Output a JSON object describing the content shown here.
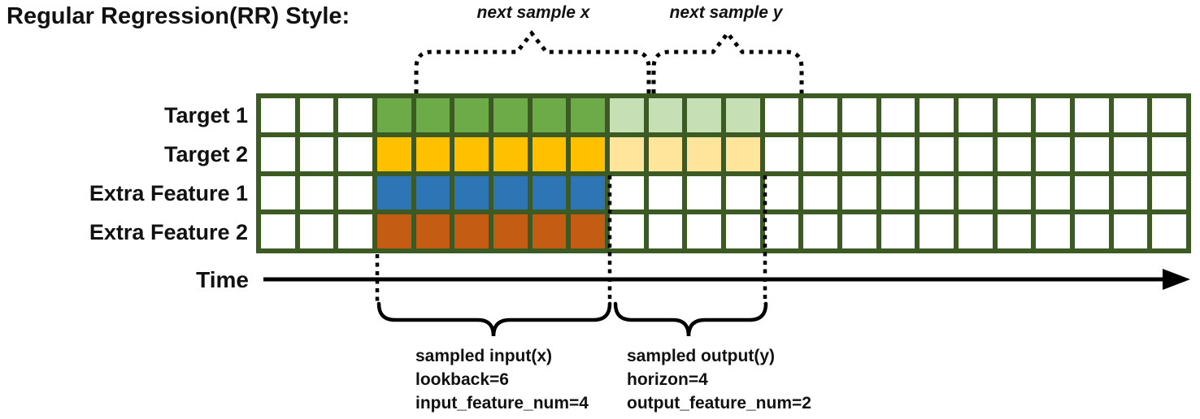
{
  "title": "Regular Regression(RR) Style:",
  "annotations": {
    "next_sample_x": "next sample x",
    "next_sample_y": "next sample y"
  },
  "time_axis": {
    "label": "Time"
  },
  "grid": {
    "columns": 24,
    "input_cols": [
      4,
      9
    ],
    "output_cols": [
      10,
      13
    ],
    "border_color": "#3c5a24",
    "cell_color": "#ffffff",
    "rows": [
      {
        "label": "Target 1",
        "input_color": "#6dab49",
        "output_color": "#c7dfb5"
      },
      {
        "label": "Target 2",
        "input_color": "#ffc000",
        "output_color": "#ffe59b"
      },
      {
        "label": "Extra Feature 1",
        "input_color": "#2e75b6",
        "output_color": null
      },
      {
        "label": "Extra Feature 2",
        "input_color": "#c55c13",
        "output_color": null
      }
    ]
  },
  "sampling": {
    "input": {
      "title": "sampled input(x)",
      "line2": "lookback=6",
      "line3": "input_feature_num=4"
    },
    "output": {
      "title": "sampled output(y)",
      "line2": "horizon=4",
      "line3": "output_feature_num=2"
    }
  },
  "colors": {
    "annotation": "#000000",
    "text": "#111111"
  }
}
